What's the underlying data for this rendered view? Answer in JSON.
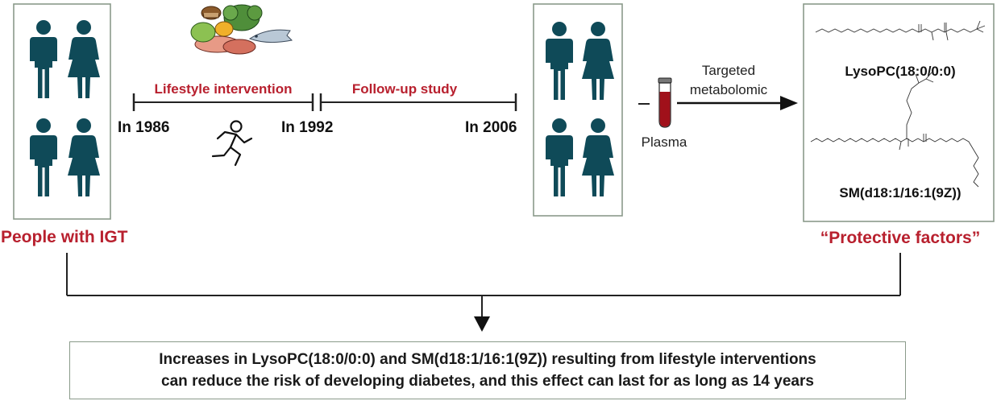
{
  "group_label": "People with IGT",
  "timeline": {
    "intervention_label": "Lifestyle intervention",
    "followup_label": "Follow-up study",
    "year_start": "In 1986",
    "year_mid": "In 1992",
    "year_end": "In 2006"
  },
  "sample": {
    "plasma_label": "Plasma",
    "method_line1": "Targeted",
    "method_line2": "metabolomic"
  },
  "metabolites": {
    "lysopc": "LysoPC(18:0/0:0)",
    "sm": "SM(d18:1/16:1(9Z))"
  },
  "result_label": "“Protective factors”",
  "conclusion": {
    "line1": "Increases in LysoPC(18:0/0:0) and SM(d18:1/16:1(9Z)) resulting from lifestyle interventions",
    "line2": "can reduce the risk of developing diabetes, and this effect can last for as long as 14 years"
  },
  "colors": {
    "accent_red": "#b8202e",
    "person_teal": "#0f4a58",
    "box_border": "#8a9a8a",
    "plasma_red": "#a0101a"
  },
  "icons": [
    "food-icon",
    "running-person-icon",
    "blood-tube-icon",
    "male-person-icon",
    "female-person-icon"
  ]
}
